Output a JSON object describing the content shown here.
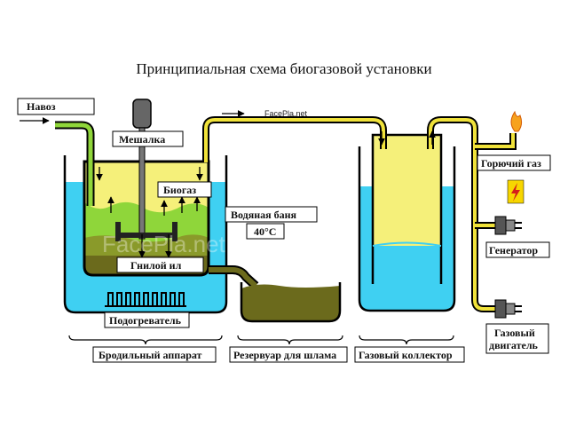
{
  "title": "Принципиальная схема биогазовой установки",
  "labels": {
    "manure": "Навоз",
    "mixer": "Мешалка",
    "biogas": "Биогаз",
    "water_bath": "Водяная баня",
    "temperature": "40°C",
    "sludge": "Гнилой ил",
    "heater": "Подогреватель",
    "digester": "Бродильный аппарат",
    "sludge_reservoir": "Резервуар для шлама",
    "gas_collector": "Газовый коллектор",
    "fuel_gas": "Горючий газ",
    "generator": "Генератор",
    "gas_engine_line1": "Газовый",
    "gas_engine_line2": "двигатель",
    "watermark_small": "FacePla.net",
    "watermark_large": "FacePla.net"
  },
  "colors": {
    "water": "#3fd0f2",
    "gas": "#f5f07a",
    "slurry": "#8fd63a",
    "sludge": "#6b6a1c",
    "pipe": "#f0e23a",
    "outline": "#000000"
  }
}
